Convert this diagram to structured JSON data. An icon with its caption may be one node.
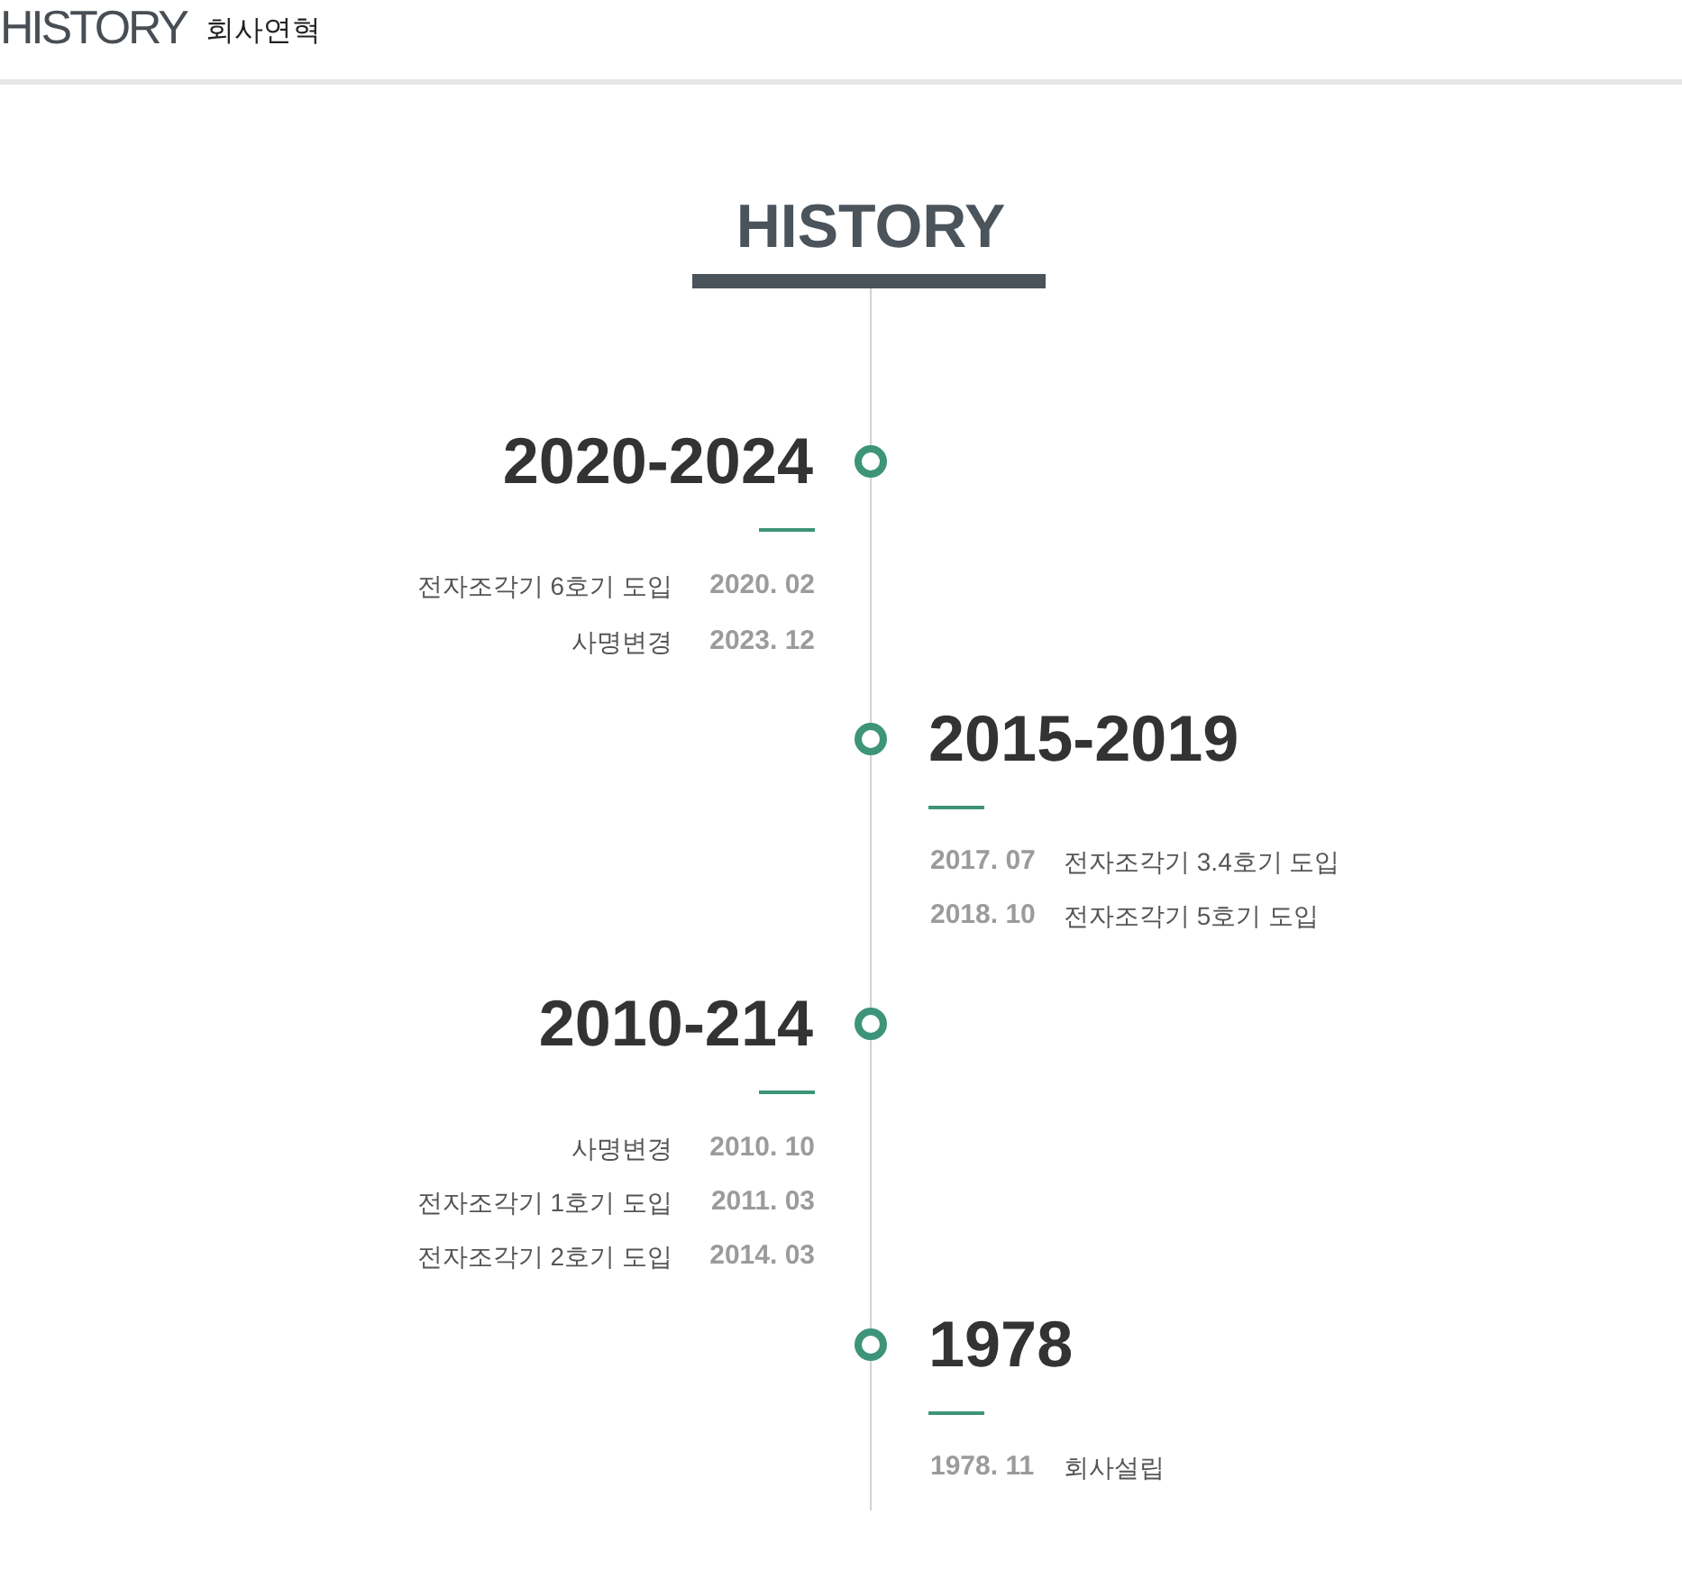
{
  "diagram": {
    "title": "HISTORY",
    "nodes": [
      {
        "text": [],
        "shape": "circle",
        "beside": [
          "2020-2024"
        ]
      },
      {
        "text": [],
        "shape": "circle",
        "beside": [
          "2015-2019"
        ]
      },
      {
        "text": [],
        "shape": "circle",
        "beside": [
          "2010-214"
        ]
      },
      {
        "text": [],
        "shape": "circle",
        "beside": [
          "1978"
        ]
      }
    ],
    "labels": [
      "HISTORY",
      "회사연혁",
      "전자조각기 6호기 도입",
      "2020. 02",
      "사명변경",
      "2023. 12",
      "2017. 07",
      "전자조각기 3.4호기 도입",
      "2018. 10",
      "전자조각기 5호기 도입",
      "사명변경",
      "2010. 10",
      "전자조각기 1호기 도입",
      "2011. 03",
      "전자조각기 2호기 도입",
      "2014. 03",
      "1978. 11",
      "회사설립"
    ]
  }
}
